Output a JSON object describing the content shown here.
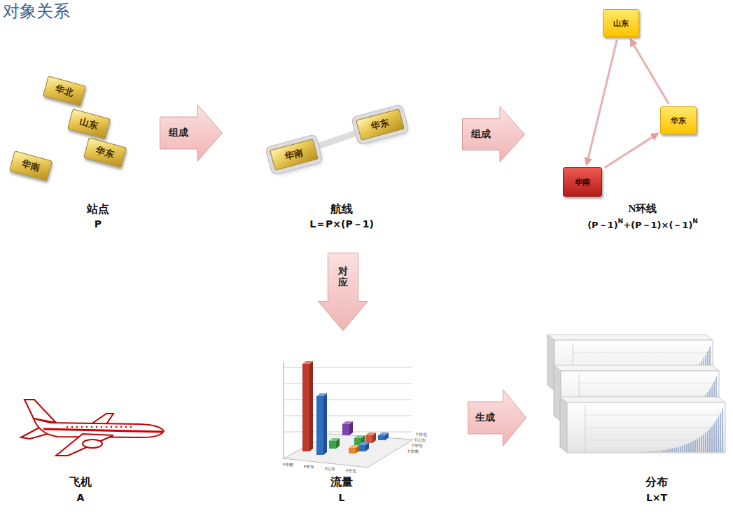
{
  "diagram": {
    "title": "对象关系",
    "nodes": [
      {
        "text": [
          "华北"
        ]
      },
      {
        "text": [
          "山东"
        ]
      },
      {
        "text": [
          "华东"
        ]
      },
      {
        "text": [
          "华南"
        ]
      },
      {
        "text": [
          "组成"
        ]
      },
      {
        "text": [
          "华南"
        ]
      },
      {
        "text": [
          "华东"
        ]
      },
      {
        "text": [
          "组成"
        ]
      },
      {
        "text": [
          "山东"
        ]
      },
      {
        "text": [
          "华东"
        ]
      },
      {
        "text": [
          "华南"
        ]
      },
      {
        "text": [
          "对应"
        ]
      },
      {
        "text": [
          "生成"
        ]
      }
    ],
    "edges": [
      {
        "from": 5,
        "to": 6,
        "arrow": "none"
      },
      {
        "from": 10,
        "to": 9,
        "arrow": "to"
      },
      {
        "from": 9,
        "to": 8,
        "arrow": "to"
      },
      {
        "from": 8,
        "to": 10,
        "arrow": "to"
      }
    ],
    "labels": [
      "站点",
      "P",
      "航线",
      "L＝P×(P－1)",
      "N环线",
      "(P－1)",
      "N",
      "+(P－1)×(－1)",
      "N",
      "飞机",
      "A",
      "流量",
      "L",
      "分布",
      "L×T",
      "F华南",
      "F华东",
      "F山东",
      "F华北",
      "T华北",
      "T山东",
      "T华东",
      "T华南"
    ]
  }
}
